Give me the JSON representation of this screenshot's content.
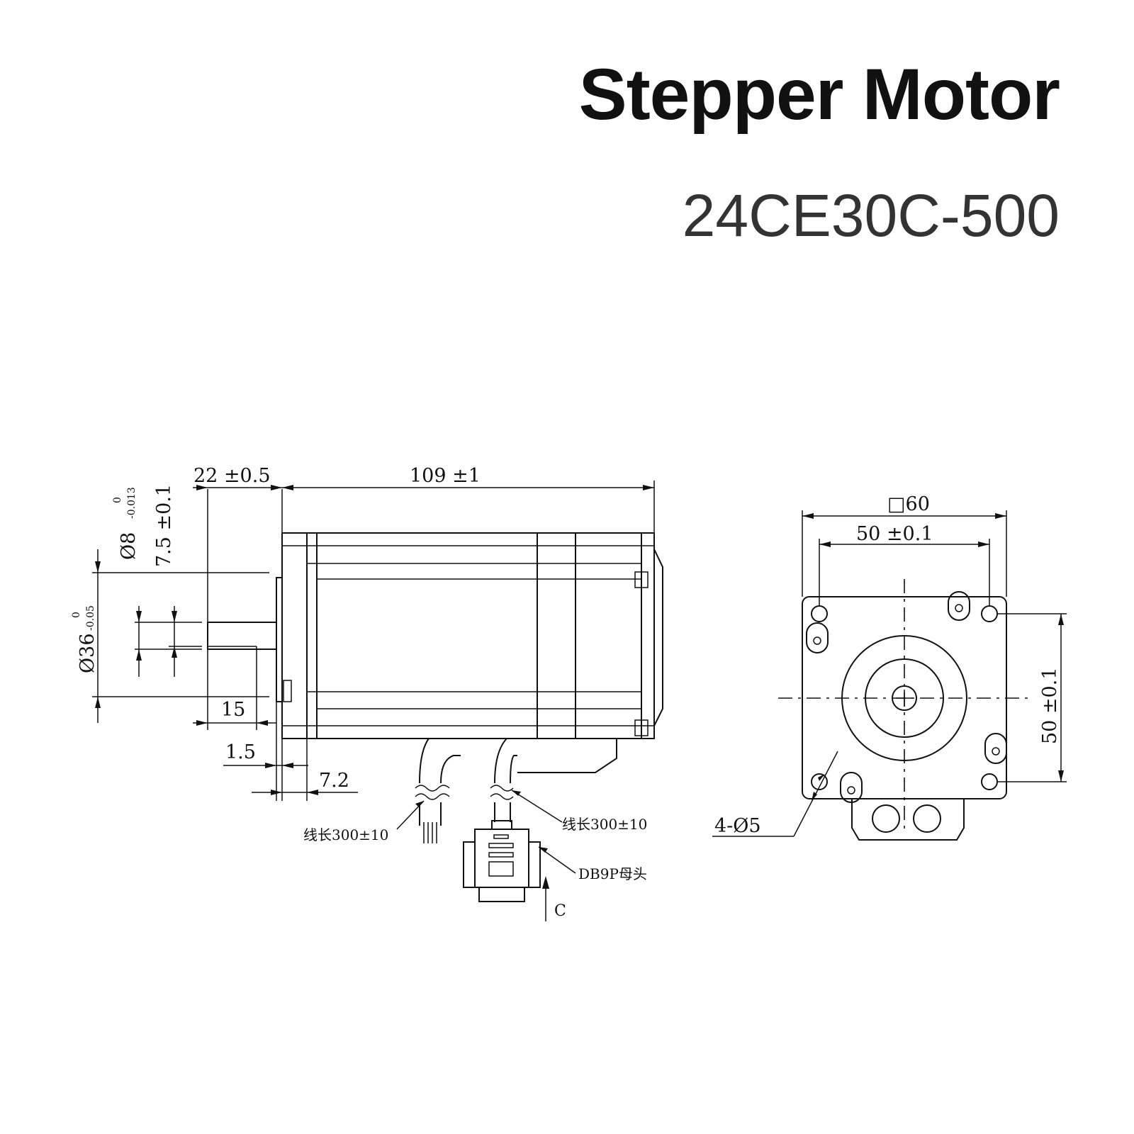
{
  "title": "Stepper Motor",
  "model": "24CE30C-500",
  "side_view": {
    "dim_shaft_length": "22 ±0.5",
    "dim_body_length": "109 ±1",
    "dim_shaft_diameter": "Ø8",
    "dim_shaft_diameter_tol_upper": "0",
    "dim_shaft_diameter_tol_lower": "-0.013",
    "dim_flat_height": "7.5 ±0.1",
    "dim_boss_diameter": "Ø36",
    "dim_boss_tol_upper": "0",
    "dim_boss_tol_lower": "-0.05",
    "dim_flat_length": "15",
    "dim_boss_depth": "1.5",
    "dim_flange_thickness": "7.2",
    "lead_length_left": "线长300±10",
    "lead_length_right": "线长300±10",
    "connector_label": "DB9P母头",
    "view_arrow_label": "C"
  },
  "front_view": {
    "dim_frame_size": "□60",
    "dim_hole_spacing_x": "50 ±0.1",
    "dim_hole_spacing_y": "50 ±0.1",
    "dim_mount_holes": "4-Ø5"
  }
}
